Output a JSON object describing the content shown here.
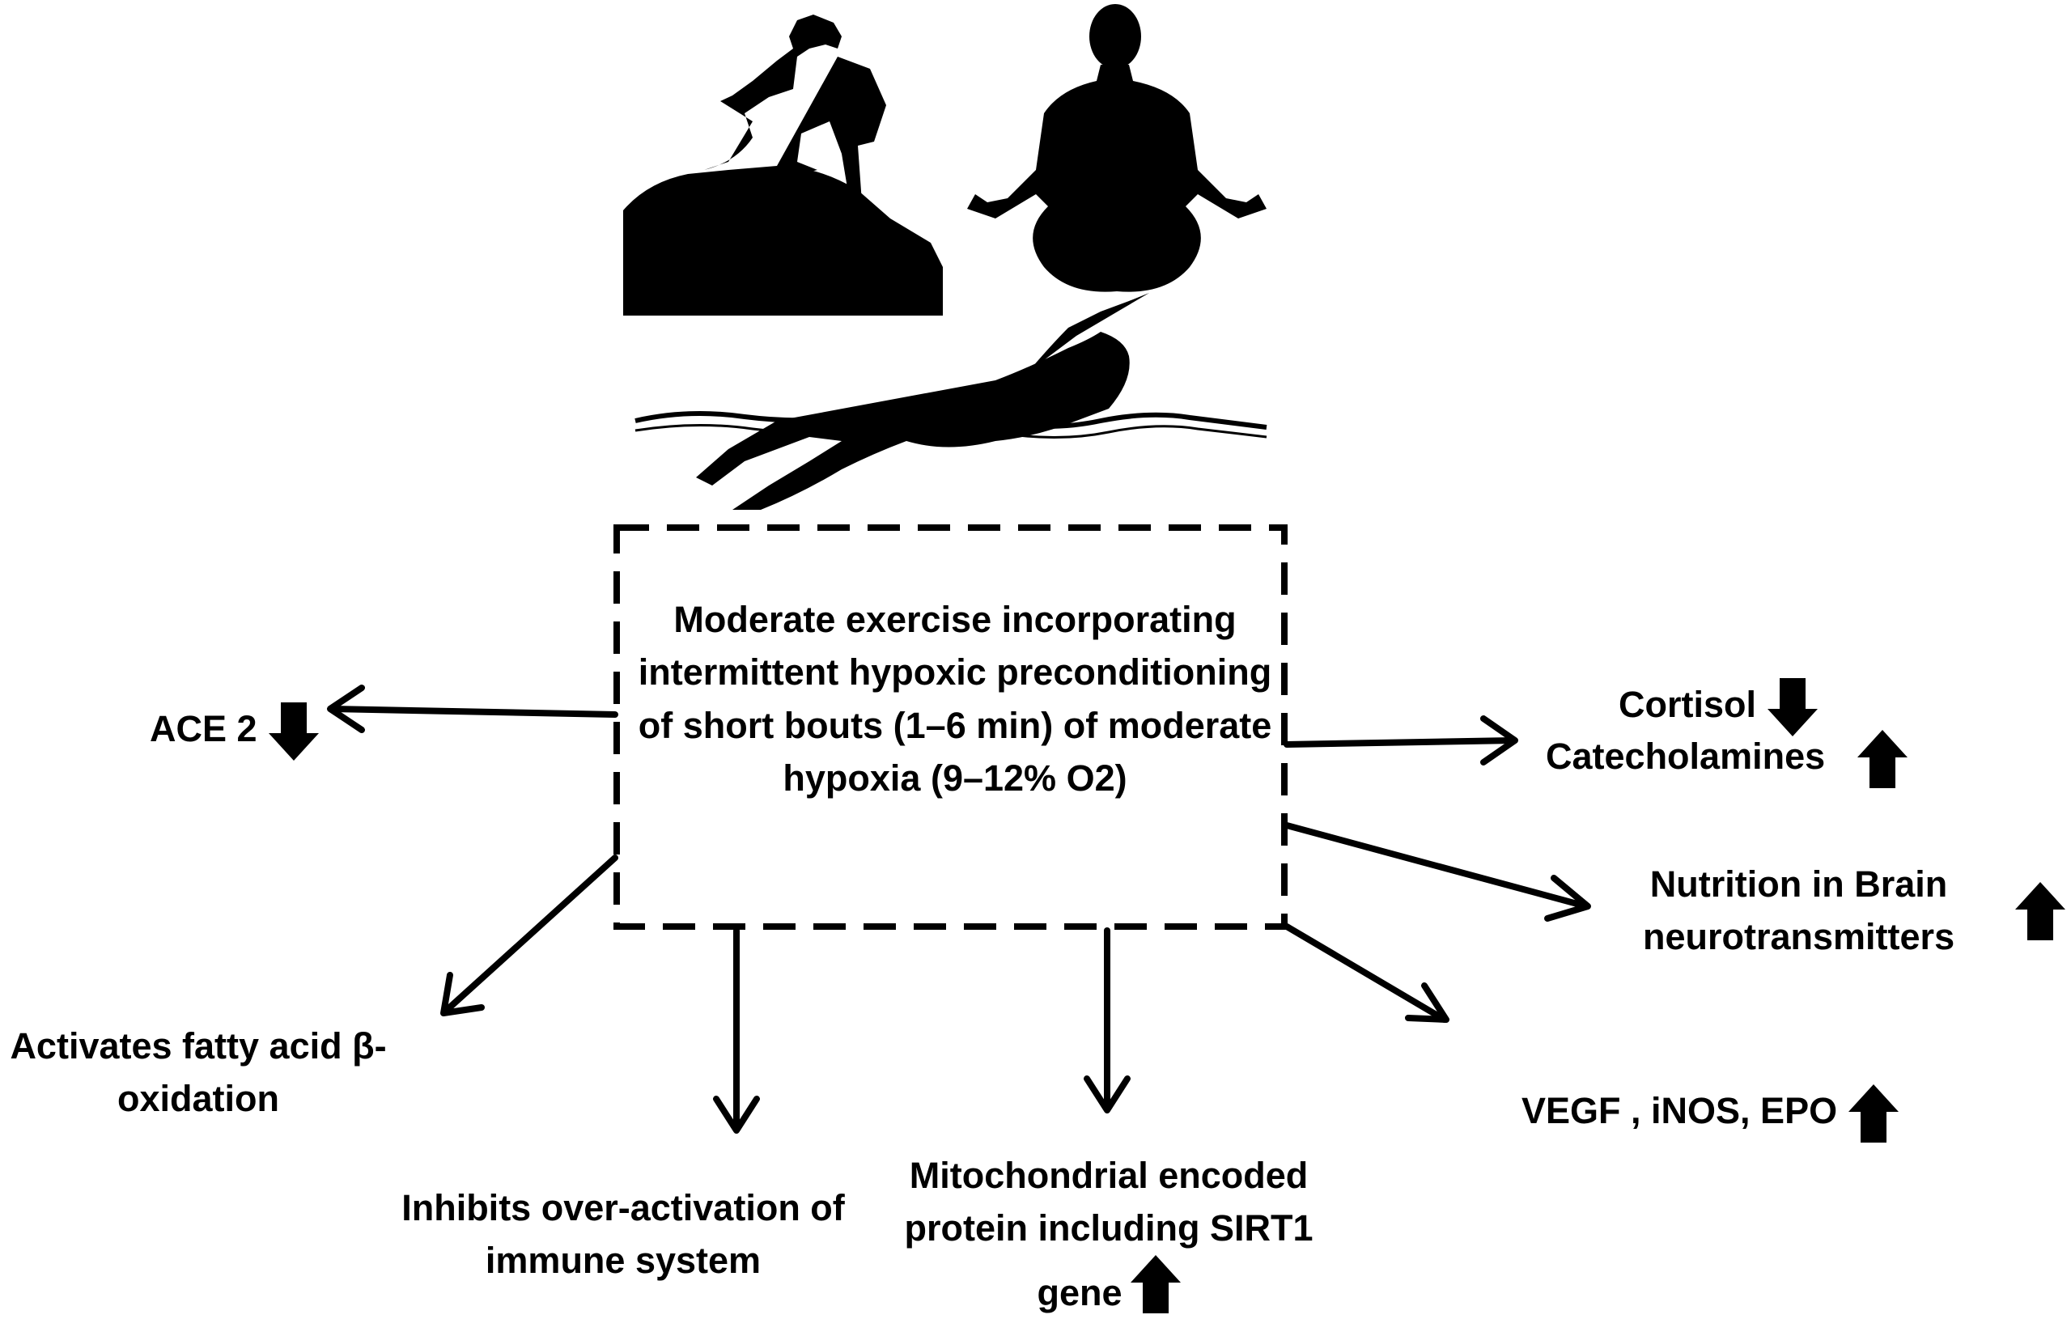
{
  "diagram": {
    "center": "Moderate exercise incorporating intermittent hypoxic preconditioning of short bouts (1–6 min) of moderate hypoxia (9–12% O2)",
    "nodes": {
      "ace2": {
        "text": "ACE 2",
        "trend": "down"
      },
      "cortisol": {
        "text": "Cortisol",
        "trend": "down"
      },
      "catecholamines": {
        "text": "Catecholamines",
        "trend": "up"
      },
      "nutrition_line1": "Nutrition in Brain",
      "nutrition_line2": "neurotransmitters",
      "nutrition_trend": "up",
      "vegf": {
        "text": "VEGF , iNOS, EPO",
        "trend": "up"
      },
      "fatty_line1": "Activates fatty acid β-",
      "fatty_line2": "oxidation",
      "immune_line1": "Inhibits over-activation of",
      "immune_line2": "immune system",
      "mito_line1": "Mitochondrial encoded",
      "mito_line2": "protein including SIRT1",
      "mito_line3": "gene",
      "mito_trend": "up"
    },
    "figures": [
      "hiker-silhouette",
      "meditation-silhouette",
      "swimmer-silhouette"
    ]
  }
}
